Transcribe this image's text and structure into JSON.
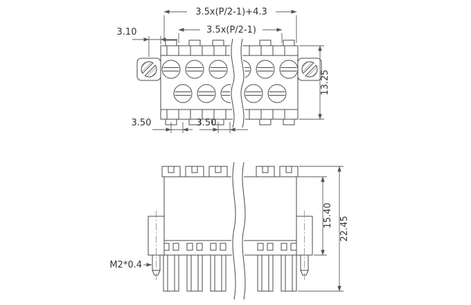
{
  "drawing": {
    "type": "terminal-block-dimension-drawing",
    "colors": {
      "line": "#474747",
      "background": "#ffffff",
      "text": "#333333"
    },
    "top_view": {
      "dim_overall": "3.5x(P/2-1)+4.3",
      "dim_pitch_span": "3.5x(P/2-1)",
      "dim_edge_offset": "3.10",
      "dim_height": "13.25",
      "dim_half_pitch_left": "3.50",
      "dim_half_pitch_mid": "3.50"
    },
    "front_view": {
      "dim_body_height": "15.40",
      "dim_total_height": "22.45",
      "thread_label": "M2*0.4"
    }
  }
}
